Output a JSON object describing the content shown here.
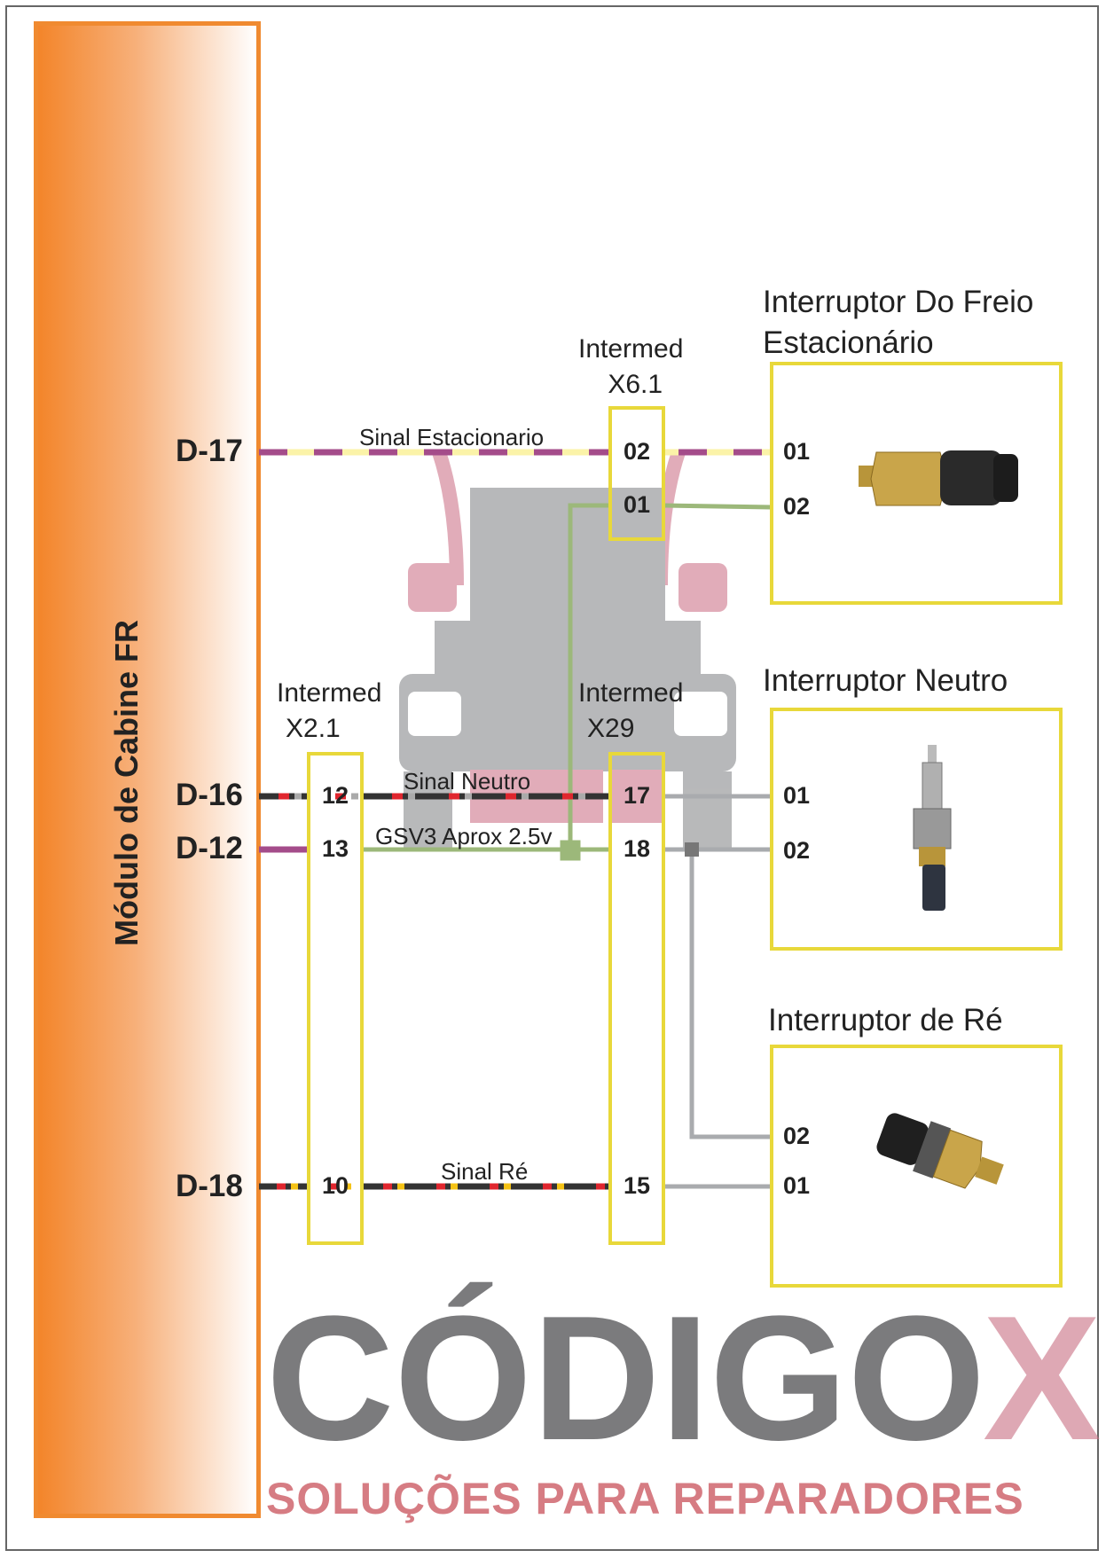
{
  "module": {
    "label": "Módulo de Cabine FR"
  },
  "module_pins": [
    "D-17",
    "D-16",
    "D-12",
    "D-18"
  ],
  "connectors": {
    "x61": {
      "title_line1": "Intermed",
      "title_line2": "X6.1",
      "pins": [
        "02",
        "01"
      ]
    },
    "x21": {
      "title_line1": "Intermed",
      "title_line2": "X2.1",
      "pins": [
        "12",
        "13",
        "10"
      ]
    },
    "x29": {
      "title_line1": "Intermed",
      "title_line2": "X29",
      "pins": [
        "17",
        "18",
        "15"
      ]
    }
  },
  "components": [
    {
      "title_line1": "Interruptor Do Freio",
      "title_line2": "Estacionário",
      "pins": [
        "01",
        "02"
      ]
    },
    {
      "title_line1": "Interruptor Neutro",
      "pins": [
        "01",
        "02"
      ]
    },
    {
      "title_line1": "Interruptor de Ré",
      "pins": [
        "02",
        "01"
      ]
    }
  ],
  "wire_labels": {
    "estacionario": "Sinal Estacionario",
    "neutro": "Sinal Neutro",
    "gsv3": "GSV3 Aprox 2.5v",
    "re": "Sinal Ré"
  },
  "watermark": {
    "brand": "CÓDIGO",
    "brand_x": "X",
    "tagline": "SOLUÇÕES PARA REPARADORES"
  },
  "colors": {
    "module": "#f3852a",
    "connector_box": "#e8d83a",
    "wire_purple": "#a44c8a",
    "wire_green": "#9cb87a",
    "wire_gray": "#a9abae"
  }
}
